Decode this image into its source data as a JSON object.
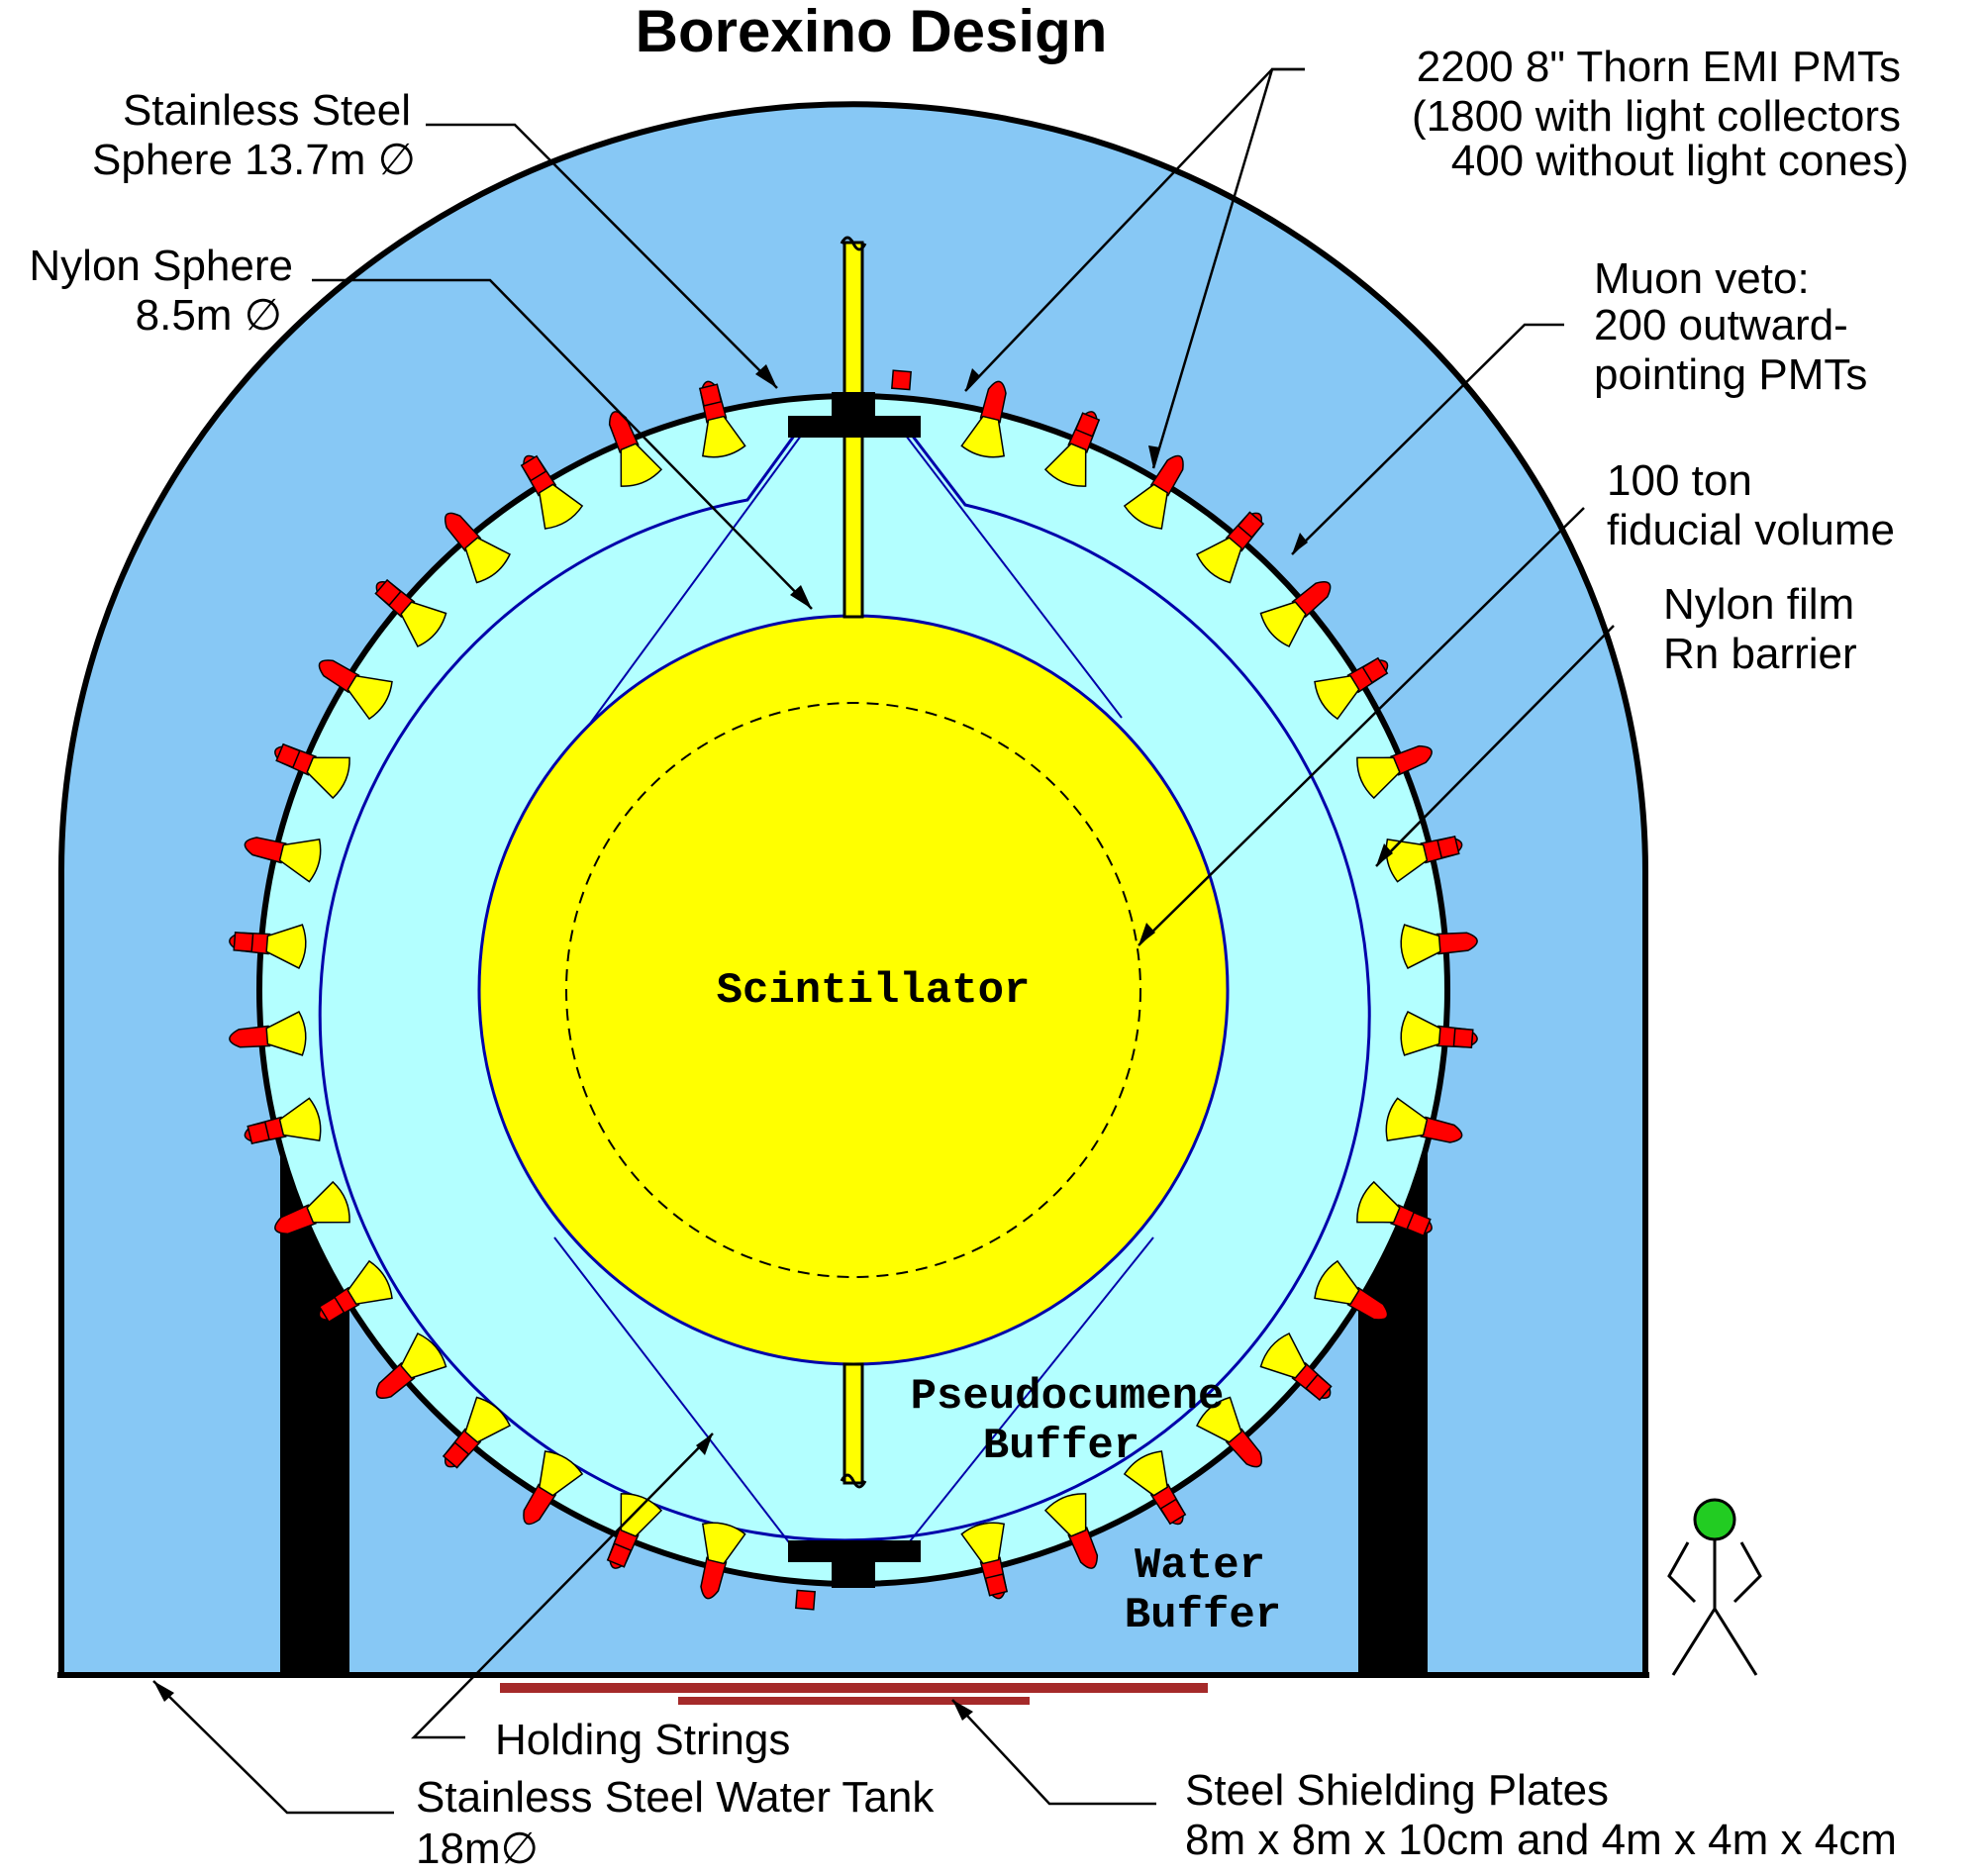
{
  "title": "Borexino Design",
  "labels": {
    "stainless_sphere": [
      "Stainless Steel",
      "Sphere 13.7m ∅"
    ],
    "nylon_sphere": [
      "Nylon Sphere",
      "8.5m ∅"
    ],
    "pmts": [
      "2200 8\" Thorn EMI PMTs",
      "(1800 with light collectors",
      "400 without light cones)"
    ],
    "muon_veto": [
      "Muon veto:",
      "200 outward-",
      "pointing PMTs"
    ],
    "fiducial": [
      "100 ton",
      "fiducial volume"
    ],
    "nylon_film": [
      "Nylon film",
      "Rn barrier"
    ],
    "scintillator": "Scintillator",
    "pseudocumene": [
      "Pseudocumene",
      "Buffer"
    ],
    "water_buffer": [
      "Water",
      "Buffer"
    ],
    "holding_strings": "Holding Strings",
    "water_tank": [
      "Stainless Steel Water Tank",
      "18m∅"
    ],
    "shielding": [
      "Steel Shielding Plates",
      "8m x 8m x 10cm and 4m x 4m x 4cm"
    ]
  },
  "colors": {
    "water": "#87c8f5",
    "pseudocumene": "#b3ffff",
    "scintillator": "#ffff00",
    "pmt_body": "#ff0000",
    "pmt_cone": "#ffff00",
    "vessel_line": "#0000aa",
    "plates": "#a52a2a",
    "person_head": "#22cc22"
  },
  "icons": [
    "person-icon",
    "pmt-icon",
    "muon-veto-pmt-icon"
  ]
}
